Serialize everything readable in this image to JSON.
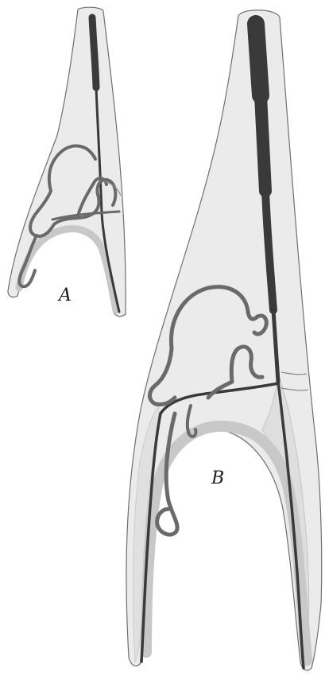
{
  "figure": {
    "panels": [
      {
        "id": "A",
        "label": "A"
      },
      {
        "id": "B",
        "label": "B"
      }
    ]
  }
}
